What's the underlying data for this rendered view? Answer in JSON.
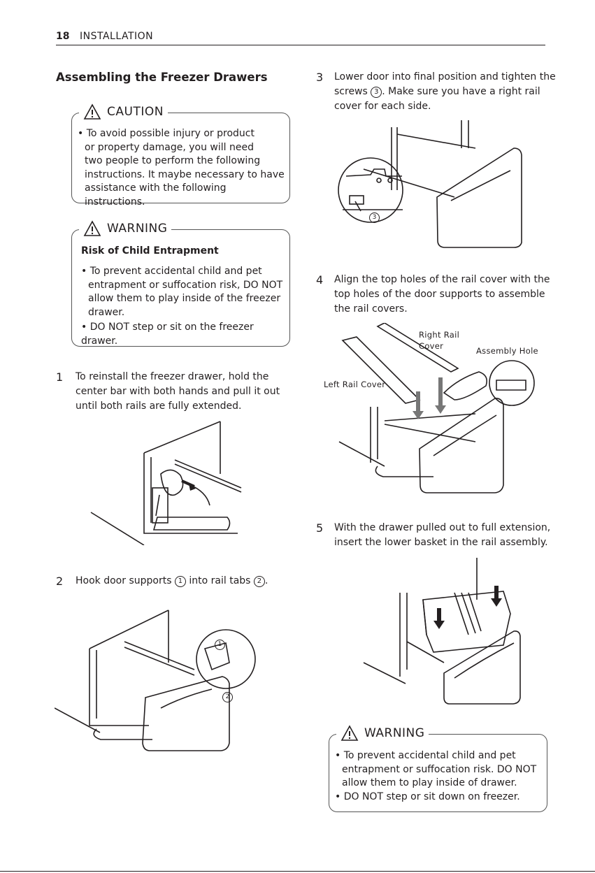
{
  "header": {
    "page_number": "18",
    "section": "INSTALLATION"
  },
  "title": "Assembling the Freezer Drawers",
  "caution": {
    "label": "CAUTION",
    "line1": "• To avoid possible injury or product",
    "line2": "or property damage, you will need",
    "line3": "two people to perform the following",
    "line4": "instructions. It maybe necessary to have",
    "line5": "assistance with the following instructions."
  },
  "warning1": {
    "label": "WARNING",
    "subtitle": "Risk of Child Entrapment",
    "b1_l1": "• To prevent accidental child and pet",
    "b1_l2": "entrapment or suffocation risk, DO NOT",
    "b1_l3": "allow them to play inside of the freezer",
    "b1_l4": "drawer.",
    "b2": "• DO NOT step or sit on the freezer drawer."
  },
  "steps": {
    "s1": {
      "num": "1",
      "l1": "To reinstall the freezer drawer, hold the",
      "l2": "center bar with both hands and pull it out",
      "l3": "until both rails are fully extended."
    },
    "s2": {
      "num": "2",
      "t1": "Hook door supports",
      "m1": "1",
      "t2": "into rail tabs",
      "m2": "2",
      "t3": "."
    },
    "s3": {
      "num": "3",
      "l1": "Lower door into final position and tighten the",
      "l2a": "screws",
      "m3": "3",
      "l2b": ". Make sure you have a right rail",
      "l3": "cover for each side."
    },
    "s4": {
      "num": "4",
      "l1": "Align the top holes of the rail cover with the",
      "l2": "top holes of the door supports to assemble",
      "l3": "the rail covers."
    },
    "s5": {
      "num": "5",
      "l1": "With the drawer pulled out to full extension,",
      "l2": "insert the lower basket in the rail assembly."
    }
  },
  "figure_labels": {
    "fig2_m1": "1",
    "fig2_m2": "2",
    "fig3_m3": "3",
    "right_rail_l1": "Right Rail",
    "right_rail_l2": "Cover",
    "assembly_hole": "Assembly Hole",
    "left_rail_cover": "Left Rail Cover"
  },
  "warning2": {
    "label": "WARNING",
    "b1_l1": "• To prevent accidental child and pet",
    "b1_l2": "entrapment or suffocation risk. DO NOT",
    "b1_l3": "allow them to play inside of drawer.",
    "b2": "• DO NOT step or sit down on freezer."
  }
}
